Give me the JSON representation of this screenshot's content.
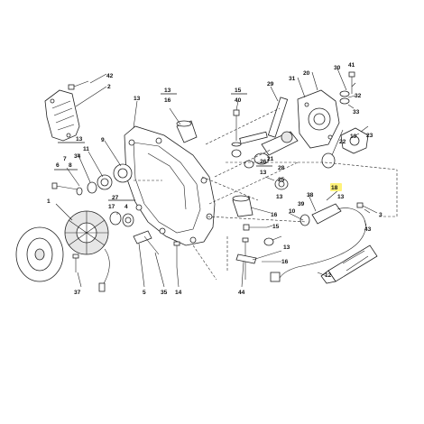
{
  "labels": {
    "l42": "42",
    "l2": "2",
    "l13a": "13",
    "l13b": "13",
    "l16": "16",
    "l15": "15",
    "l40": "40",
    "l29": "29",
    "l20": "20",
    "l31": "31",
    "l30": "30",
    "l41": "41",
    "l32": "32",
    "l33": "33",
    "l22": "22",
    "l19": "19",
    "l23": "23",
    "l11": "11",
    "l9": "9",
    "l34": "34",
    "l6": "6",
    "l7": "7",
    "l8": "8",
    "l13c": "13",
    "l21": "21",
    "l26": "26",
    "l13d": "13",
    "l28": "28",
    "l18": "18",
    "l25": "25",
    "l13e": "13",
    "l38": "38",
    "l13f": "13",
    "l3": "3",
    "l1": "1",
    "l27": "27",
    "l17": "17",
    "l4": "4",
    "l16b": "16",
    "l15b": "15",
    "l10": "10",
    "l39": "39",
    "l43": "43",
    "l37": "37",
    "l5": "5",
    "l35": "35",
    "l14": "14",
    "l44": "44",
    "l12": "12",
    "l13g": "13",
    "l16c": "16"
  },
  "highlight_color": "#fff27a"
}
